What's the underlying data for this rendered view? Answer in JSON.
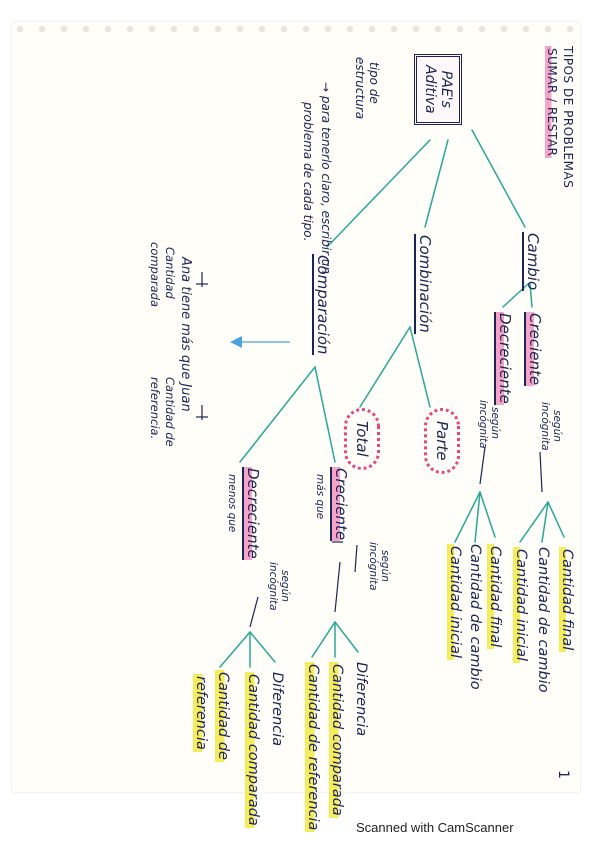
{
  "title": {
    "line1": "TIPOS DE PROBLEMAS",
    "line2": "SUMAR / RESTAR"
  },
  "root": {
    "line1": "PAE's",
    "line2": "Aditiva"
  },
  "root_note": {
    "line1": "tipo de",
    "line2": "estructura"
  },
  "categories": {
    "cambio": "Cambio",
    "combinacion": "Combinación",
    "comparacion": "Comparación"
  },
  "cambio": {
    "creciente": "Creciente",
    "decreciente": "Decreciente",
    "segun_incognita": [
      "según",
      "incógnita"
    ],
    "creciente_items": [
      "Cantidad final",
      "Cantidad de cambio",
      "Cantidad inicial"
    ],
    "decreciente_items": [
      "Cantidad final",
      "Cantidad de cambio",
      "Cantidad inicial"
    ]
  },
  "combinacion": {
    "parte": "Parte",
    "total": "Total"
  },
  "comparacion": {
    "creciente": "Creciente",
    "creciente_sub": "más que",
    "decreciente": "Decreciente",
    "decreciente_sub": "menos que",
    "segun_incognita": [
      "según",
      "incógnita"
    ],
    "creciente_items": [
      "Diferencia",
      "Cantidad comparada",
      "Cantidad de referencia"
    ],
    "decreciente_items": [
      "Diferencia",
      "Cantidad comparada",
      "Cantidad de",
      "referencia"
    ]
  },
  "tip": {
    "line1": "→ para tenerlo claro, escribir un",
    "line2": "problema de cada tipo."
  },
  "example": {
    "sentence": "Ana tiene más que Juan",
    "left_label": [
      "Cantidad",
      "comparada"
    ],
    "right_label": [
      "Cantidad de",
      "referencia."
    ]
  },
  "page_number": "1",
  "footer": "Scanned with CamScanner",
  "colors": {
    "ink": "#1a2456",
    "teal": "#2aa894",
    "pink": "#f6a3c9",
    "yellow": "#f4ec5b",
    "cloud": "#e6457d",
    "arrow": "#4aa3e0"
  }
}
